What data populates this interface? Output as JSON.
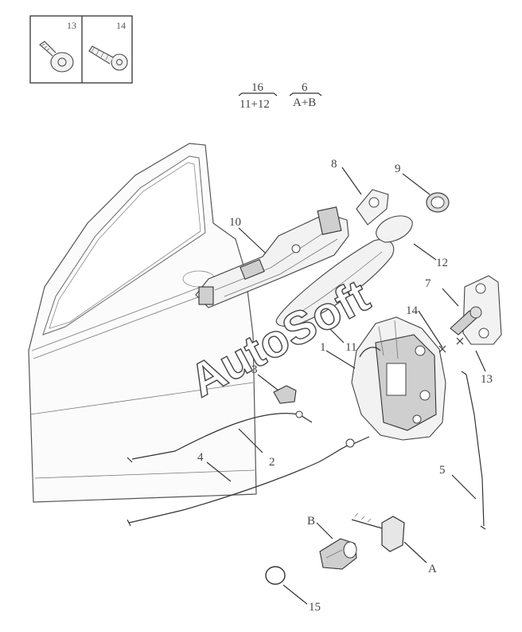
{
  "inset": {
    "label_left": "13",
    "label_right": "14"
  },
  "kits": [
    {
      "number": "16",
      "composition": "11+12"
    },
    {
      "number": "6",
      "composition": "A+B"
    }
  ],
  "callouts": {
    "c1": "1",
    "c2": "2",
    "c3": "3",
    "c4": "4",
    "c5": "5",
    "c7": "7",
    "c8": "8",
    "c9": "9",
    "c10": "10",
    "c11": "11",
    "c12": "12",
    "c13": "13",
    "c14": "14",
    "c15": "15",
    "cA": "A",
    "cB": "B"
  },
  "watermark": "AutoSoft"
}
